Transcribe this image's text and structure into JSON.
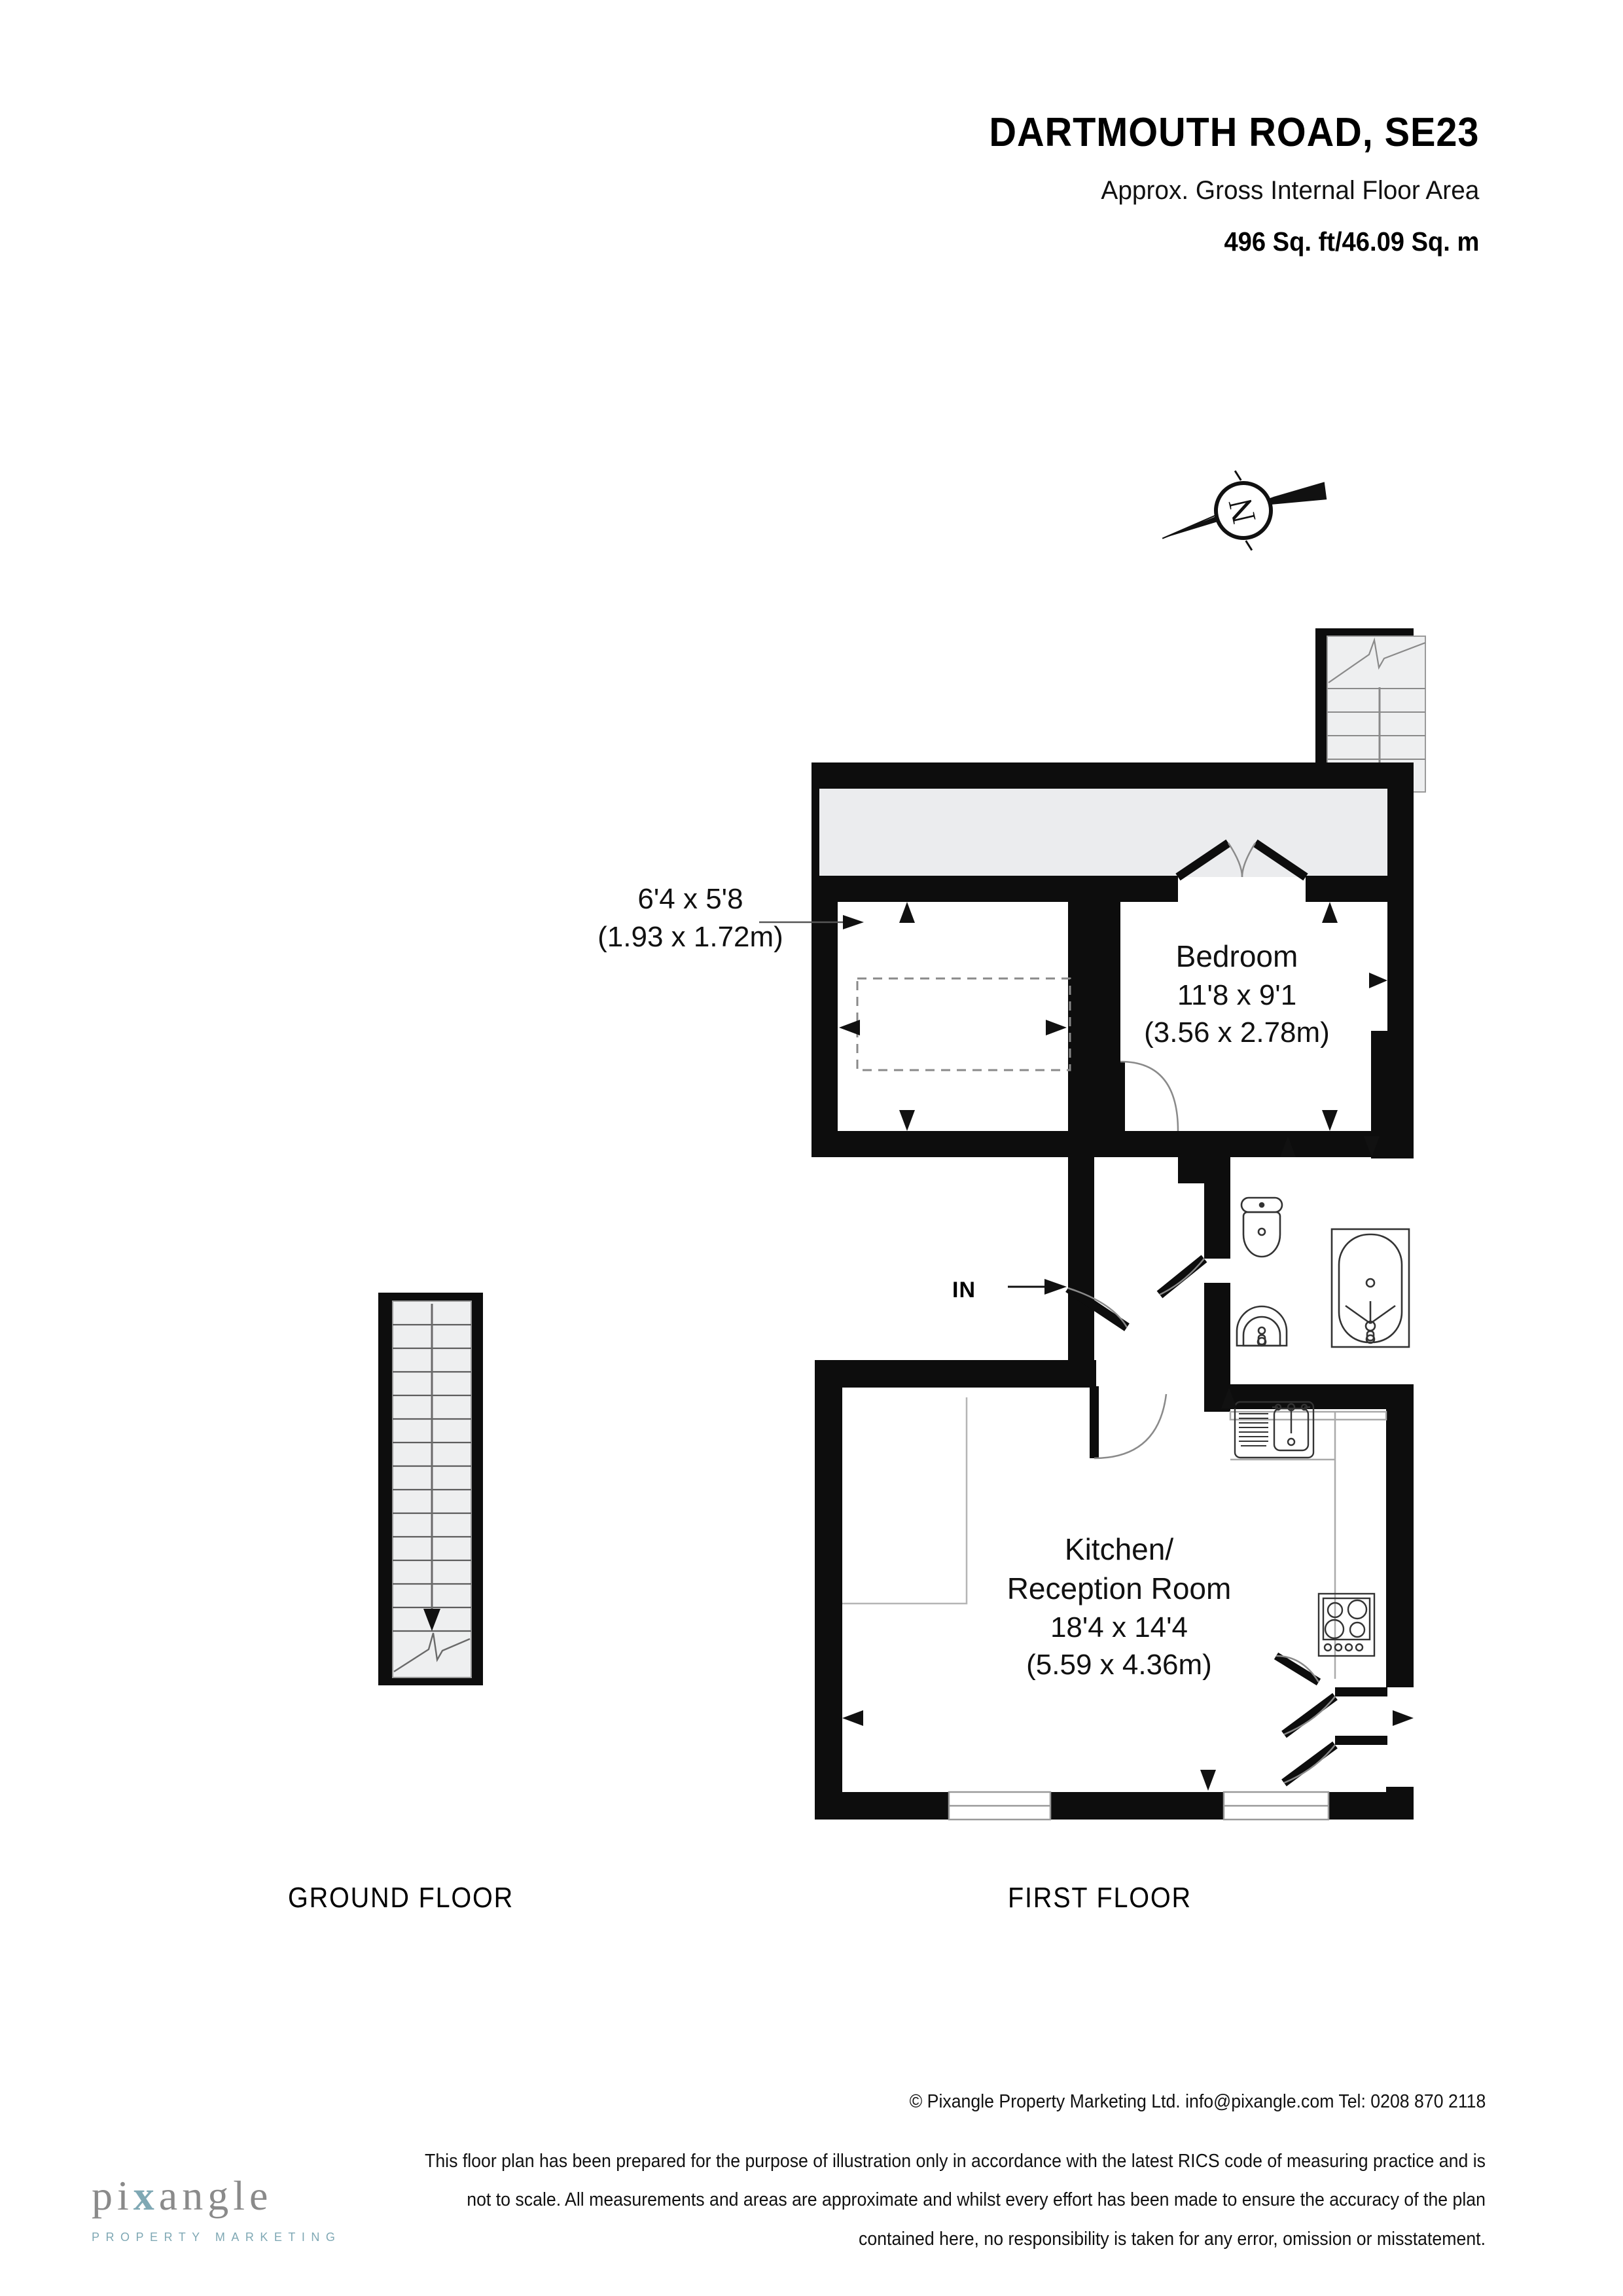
{
  "header": {
    "title": "DARTMOUTH ROAD, SE23",
    "subtitle": "Approx. Gross Internal Floor Area",
    "area": "496 Sq. ft/46.09 Sq. m"
  },
  "compass": {
    "north_letter": "N"
  },
  "floors": {
    "ground_label": "GROUND FLOOR",
    "first_label": "FIRST FLOOR"
  },
  "rooms": {
    "closet": {
      "dim_ft": "6'4 x 5'8",
      "dim_m": "(1.93 x 1.72m)"
    },
    "bedroom": {
      "name": "Bedroom",
      "dim_ft": "11'8 x 9'1",
      "dim_m": "(3.56 x 2.78m)"
    },
    "kitchen": {
      "name_line1": "Kitchen/",
      "name_line2": "Reception Room",
      "dim_ft": "18'4 x 14'4",
      "dim_m": "(5.59 x 4.36m)"
    }
  },
  "entrance": {
    "label": "IN"
  },
  "footer": {
    "copyright": "© Pixangle Property Marketing Ltd. info@pixangle.com Tel: 0208 870 2118",
    "disclaimer_line1": "This floor plan has been prepared for the purpose of illustration only in accordance with the latest RICS code of measuring practice and is",
    "disclaimer_line2": "not to scale. All measurements and areas are approximate and whilst every effort has been made to ensure the accuracy of the plan",
    "disclaimer_line3": "contained here, no responsibility is taken for any error, omission or misstatement."
  },
  "logo": {
    "word_pre": "pi",
    "word_x": "x",
    "word_post": "angle",
    "tagline": "PROPERTY MARKETING"
  },
  "colors": {
    "wall": "#0d0d0d",
    "landing_fill": "#ebecee",
    "stair_fill": "#eeeff0",
    "logo_grey": "#8a8a8a",
    "logo_teal": "#7fa8b4"
  }
}
